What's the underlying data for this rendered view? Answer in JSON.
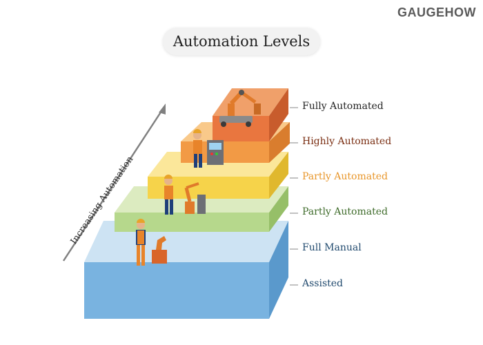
{
  "brand": "GAUGEHOW",
  "title": "Automation Levels",
  "axis_label": "Increasing Automation",
  "levels": [
    {
      "label": "Fully Automated",
      "label_color": "#222222",
      "top": "#f0a06a",
      "front": "#e9763f",
      "side": "#c85c2c"
    },
    {
      "label": "Highly Automated",
      "label_color": "#7a2e12",
      "top": "#f9c98a",
      "front": "#f29a45",
      "side": "#d97d2e"
    },
    {
      "label": "Partly Automated",
      "label_color": "#e8962a",
      "top": "#fbe79a",
      "front": "#f6d34a",
      "side": "#e0b82e"
    },
    {
      "label": "Partly Automated",
      "label_color": "#3e6b2a",
      "top": "#dcebc0",
      "front": "#b6d88c",
      "side": "#96bf68"
    },
    {
      "label": "Full Manual",
      "label_color": "#214a6e",
      "top": "#cde3f3",
      "front": "#79b3e0",
      "side": "#5a99cc"
    },
    {
      "label": "Assisted",
      "label_color": "#214a6e",
      "top": "#cde3f3",
      "front": "#79b3e0",
      "side": "#5a99cc"
    }
  ],
  "colors": {
    "arrow": "#808080",
    "leader": "#9a9a9a",
    "worker_suit": "#1e3f7a",
    "worker_vest": "#e8842a",
    "robot": "#e07a2a"
  }
}
